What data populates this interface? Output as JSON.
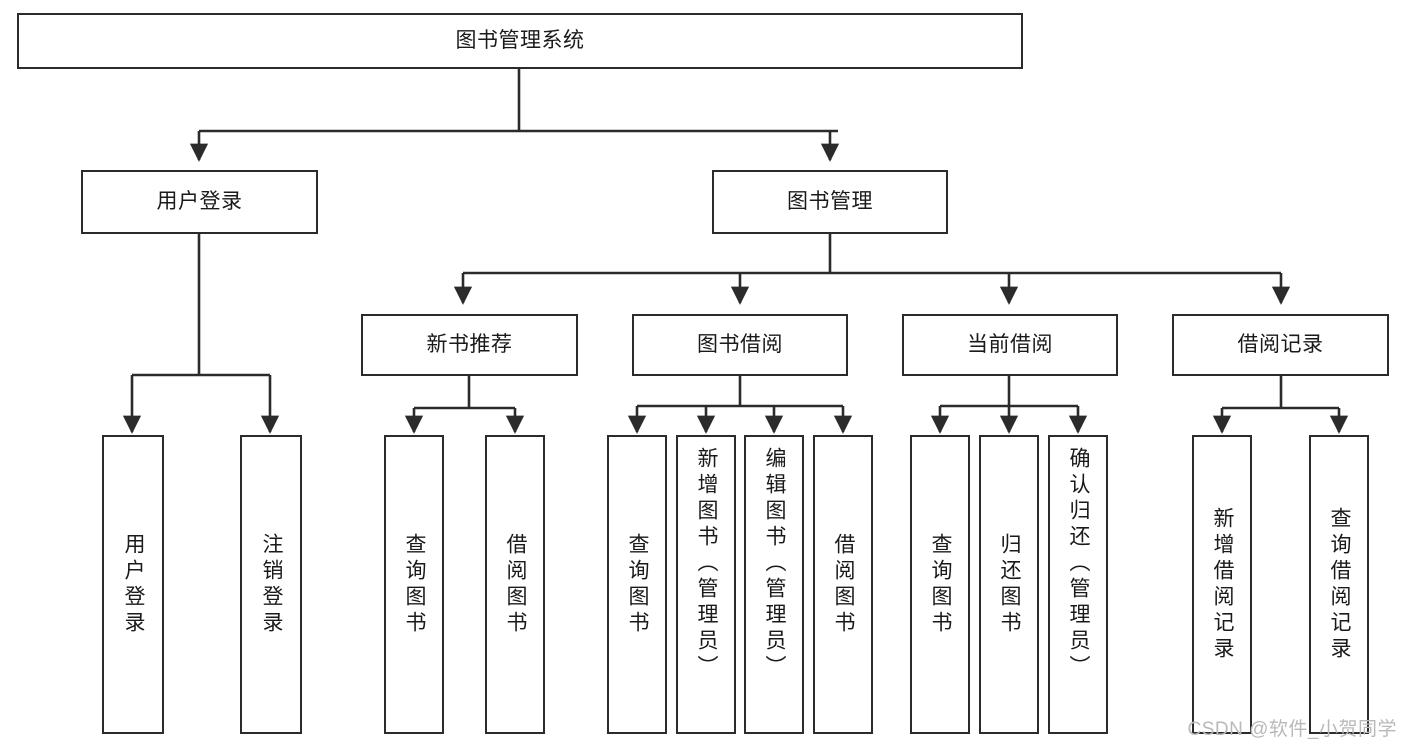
{
  "diagram": {
    "type": "tree-hierarchy",
    "title": "图书管理系统",
    "watermark": "CSDN @软件_小贺同学",
    "colors": {
      "stroke": "#2b2b2b",
      "fill": "#ffffff",
      "text": "#1a1a1a",
      "watermark": "#b9b9b9"
    },
    "nodes": {
      "root": {
        "label": "图书管理系统",
        "level": 1,
        "orientation": "horizontal"
      },
      "l2": [
        {
          "label": "用户登录",
          "level": 2,
          "orientation": "horizontal"
        },
        {
          "label": "图书管理",
          "level": 2,
          "orientation": "horizontal"
        }
      ],
      "l3": [
        {
          "label": "新书推荐",
          "level": 3,
          "orientation": "horizontal"
        },
        {
          "label": "图书借阅",
          "level": 3,
          "orientation": "horizontal"
        },
        {
          "label": "当前借阅",
          "level": 3,
          "orientation": "horizontal"
        },
        {
          "label": "借阅记录",
          "level": 3,
          "orientation": "horizontal"
        }
      ],
      "leaves": {
        "user_login": [
          {
            "label": "用户登录",
            "orientation": "vertical"
          },
          {
            "label": "注销登录",
            "orientation": "vertical"
          }
        ],
        "new_book": [
          {
            "label": "查询图书",
            "orientation": "vertical"
          },
          {
            "label": "借阅图书",
            "orientation": "vertical"
          }
        ],
        "borrow_book": [
          {
            "label": "查询图书",
            "orientation": "vertical"
          },
          {
            "label": "新增图书（管理员）",
            "orientation": "vertical"
          },
          {
            "label": "编辑图书（管理员）",
            "orientation": "vertical"
          },
          {
            "label": "借阅图书",
            "orientation": "vertical"
          }
        ],
        "current_borrow": [
          {
            "label": "查询图书",
            "orientation": "vertical"
          },
          {
            "label": "归还图书",
            "orientation": "vertical"
          },
          {
            "label": "确认归还（管理员）",
            "orientation": "vertical"
          }
        ],
        "borrow_record": [
          {
            "label": "新增借阅记录",
            "orientation": "vertical"
          },
          {
            "label": "查询借阅记录",
            "orientation": "vertical"
          }
        ]
      }
    }
  }
}
